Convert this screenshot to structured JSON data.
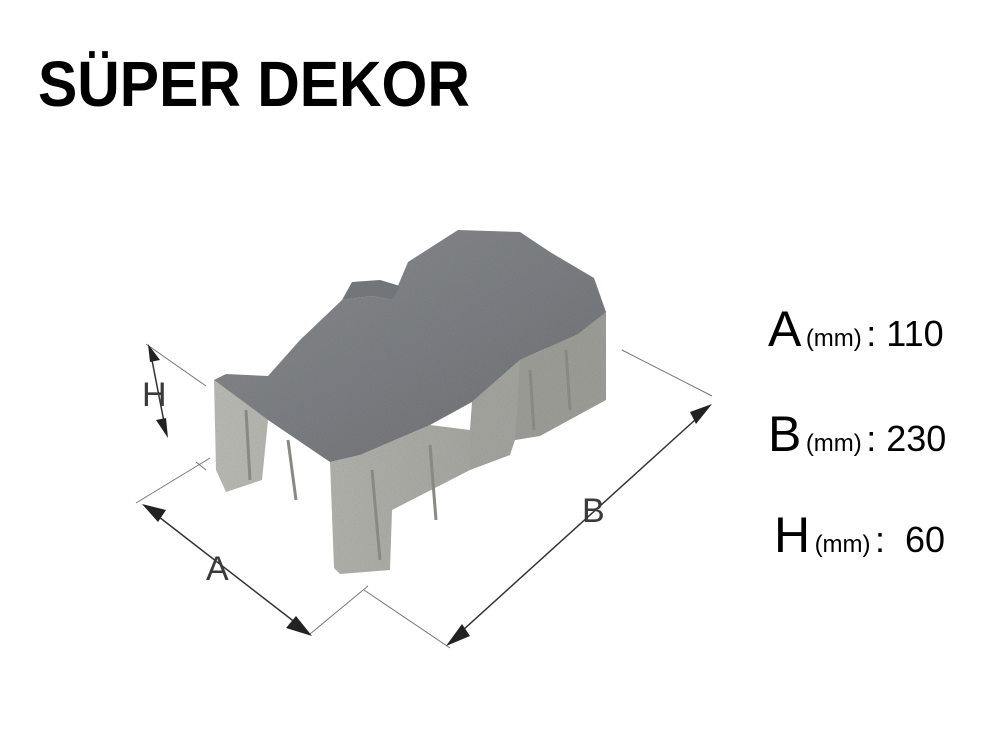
{
  "title": "SÜPER DEKOR",
  "diagram_labels": {
    "a": "A",
    "b": "B",
    "h": "H"
  },
  "specs": [
    {
      "key": "A",
      "unit": "(mm)",
      "value": ": 110"
    },
    {
      "key": "B",
      "unit": "(mm)",
      "value": ": 230"
    },
    {
      "key": "H",
      "unit": "(mm)",
      "value": ":  60"
    }
  ],
  "colors": {
    "top": "#7d8084",
    "side": "#b9b9b4",
    "side_dark": "#9d9d98",
    "line": "#555555"
  }
}
